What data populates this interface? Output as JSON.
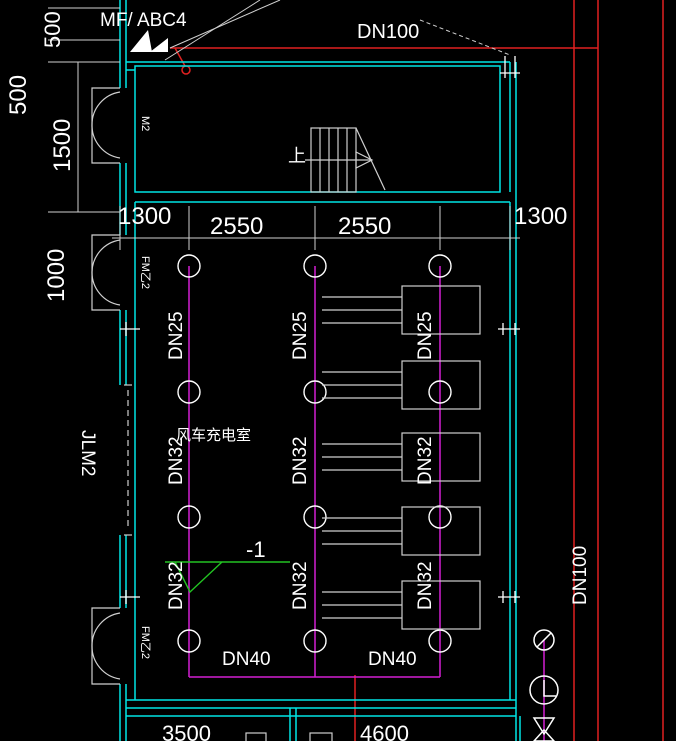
{
  "colors": {
    "background": "#000000",
    "wall": "#00e5e5",
    "pipe_sprinkler": "#d21fd2",
    "pipe_main": "#e02020",
    "text": "#ffffff",
    "dim_line": "#cfcfcf",
    "section_mark": "#22c322"
  },
  "labels": {
    "door_fire_top": "MF/ ABC4",
    "dn100_top": "DN100",
    "dn100_right": "DN100",
    "room_name": "风车充电室",
    "section_mark": "-1",
    "stair_up": "上",
    "door_m2": "M2",
    "door_fm_upper": "FM乙2",
    "door_fm_lower": "FM乙2",
    "door_jlm2": "JLM2"
  },
  "dimensions": {
    "left_500a": "500",
    "left_500b": "500",
    "left_1500": "1500",
    "left_1000": "1000",
    "top_1300_left": "1300",
    "top_2550_a": "2550",
    "top_2550_b": "2550",
    "top_1300_right": "1300",
    "bottom_3500": "3500",
    "bottom_4600": "4600"
  },
  "pipe_sizes": {
    "col1": [
      "DN25",
      "DN32",
      "DN32"
    ],
    "col2": [
      "DN25",
      "DN32",
      "DN32"
    ],
    "col3": [
      "DN25",
      "DN32",
      "DN32"
    ],
    "bottom_left": "DN40",
    "bottom_right": "DN40"
  }
}
